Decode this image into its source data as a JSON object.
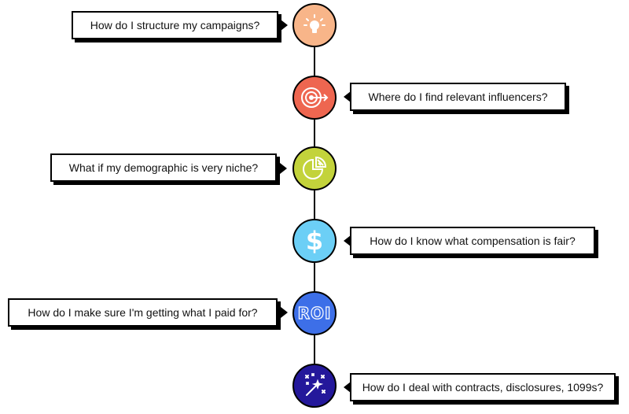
{
  "questions": [
    {
      "text": "How do I structure my campaigns?",
      "icon": "lightbulb-icon",
      "color": "#F8B589"
    },
    {
      "text": "Where do I find relevant influencers?",
      "icon": "target-icon",
      "color": "#EE6650"
    },
    {
      "text": "What if my demographic is very niche?",
      "icon": "pie-chart-icon",
      "color": "#C3D33B"
    },
    {
      "text": "How do I know what compensation is fair?",
      "icon": "dollar-icon",
      "color": "#6CCFF6",
      "glyph": "$"
    },
    {
      "text": "How do I make sure I'm getting what I paid for?",
      "icon": "roi-icon",
      "color": "#3D6FE8",
      "glyph": "ROI"
    },
    {
      "text": "How do I deal with contracts, disclosures, 1099s?",
      "icon": "magic-wand-icon",
      "color": "#24189B"
    }
  ]
}
